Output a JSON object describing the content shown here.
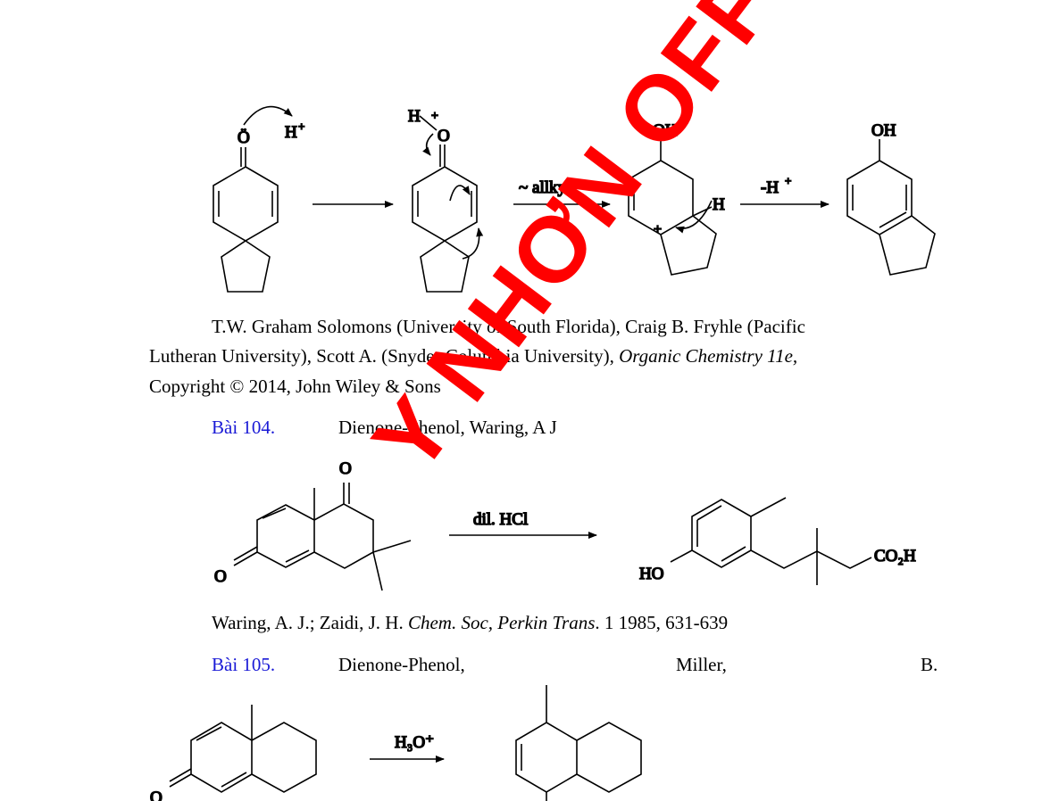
{
  "scheme1": {
    "lone_pair_O": "Ö",
    "proton": "H",
    "proton_sup": "+",
    "oxonium_H": "H",
    "oxonium_plus": "+",
    "oxonium_O": "O",
    "step2_label": "~ allkyl",
    "oh_1": "OH",
    "h_label": "H",
    "carbocation_plus": "+",
    "step3_label": "-H",
    "step3_sup": "+",
    "oh_2": "OH"
  },
  "citation_1": {
    "line1": "T.W. Graham Solomons (University of South Florida), Craig B. Fryhle (Pacific",
    "line2_plain": "Lutheran University), Scott A. (Snyder Columbia University), ",
    "line2_italic": "Organic Chemistry 11e,",
    "line3": "Copyright © 2014, John Wiley & Sons"
  },
  "problem_104": {
    "number": "Bài 104.",
    "title": "Dienone-Phenol, Waring, A J",
    "ketone_O_top": "O",
    "ketone_O_left": "O",
    "reagent": "dil. HCl",
    "product_HO": "HO",
    "product_CO2H": "CO₂H"
  },
  "citation_2": {
    "plain1": "Waring, A. J.; Zaidi, J. H. ",
    "italic": "Chem. Soc, Perkin Trans",
    "plain2": ". 1 1985, 631-639"
  },
  "problem_105": {
    "number": "Bài 105.",
    "title_part1": "Dienone-Phenol,",
    "title_part2": "Miller,",
    "title_part3": "B.",
    "reagent": "H₃O⁺",
    "ketone_O": "O"
  },
  "watermark": {
    "text": "Y NHƠN OFFICIAL",
    "color": "#ff0000"
  },
  "link_color": "#1a1ad6"
}
